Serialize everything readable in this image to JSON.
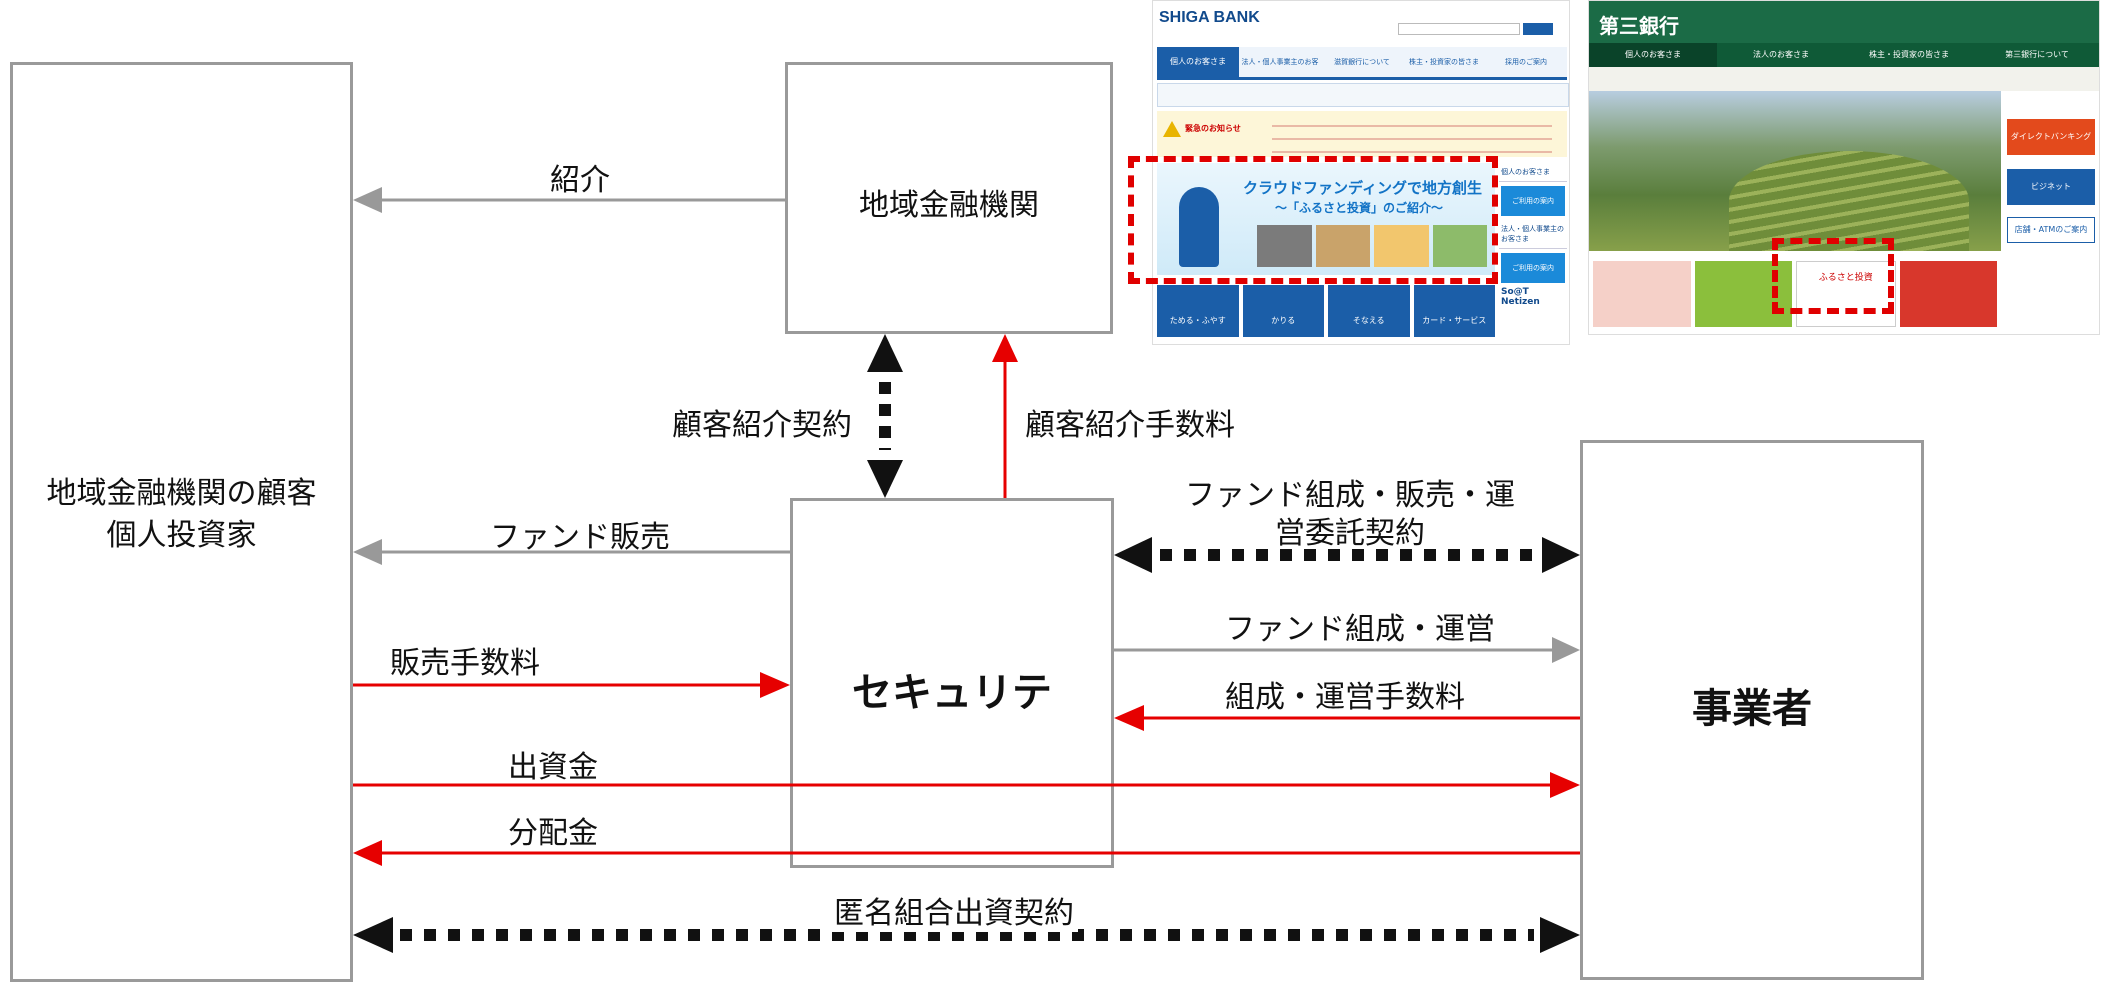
{
  "nodes": {
    "customer": {
      "line1": "地域金融機関の顧客",
      "line2": "個人投資家"
    },
    "regional_bank": {
      "label": "地域金融機関"
    },
    "security": {
      "label": "セキュリテ"
    },
    "business": {
      "label": "事業者"
    }
  },
  "flows": {
    "introduction": "紹介",
    "customer_referral_contract": "顧客紹介契約",
    "customer_referral_fee": "顧客紹介手数料",
    "fund_sales": "ファンド販売",
    "sales_fee": "販売手数料",
    "fund_contract_line1": "ファンド組成・販売・運",
    "fund_contract_line2": "営委託契約",
    "fund_operation": "ファンド組成・運営",
    "operation_fee": "組成・運営手数料",
    "investment": "出資金",
    "distribution": "分配金",
    "silent_partnership": "匿名組合出資契約"
  },
  "shiga_bank": {
    "logo": "SHIGA BANK",
    "tabs": [
      "個人のお客さま",
      "法人・個人事業主のお客さま",
      "滋賀銀行について",
      "株主・投資家の皆さま",
      "採用のご案内"
    ],
    "banner_line1": "クラウドファンディングで地方創生",
    "banner_line2": "〜「ふるさと投資」のご紹介〜",
    "notice": "緊急のお知らせ",
    "side_labels": [
      "個人のお客さま",
      "法人・個人事業主のお客さま"
    ],
    "side_button": "ご利用の案内",
    "bottom_tiles": [
      "ためる・ふやす",
      "かりる",
      "そなえる",
      "カード・サービス"
    ],
    "netizen": "So@T Netizen"
  },
  "daisan_bank": {
    "logo": "第三銀行",
    "tabs": [
      "個人のお客さま",
      "法人のお客さま",
      "株主・投資家の皆さま",
      "第三銀行について"
    ],
    "side_buttons": [
      "ダイレクトバンキング",
      "ビジネット",
      "店舗・ATMのご案内"
    ],
    "banner": "ふるさと投資"
  },
  "colors": {
    "gray": "#999999",
    "red": "#e60000",
    "black": "#111111",
    "box_border": "#9a9a9a"
  }
}
